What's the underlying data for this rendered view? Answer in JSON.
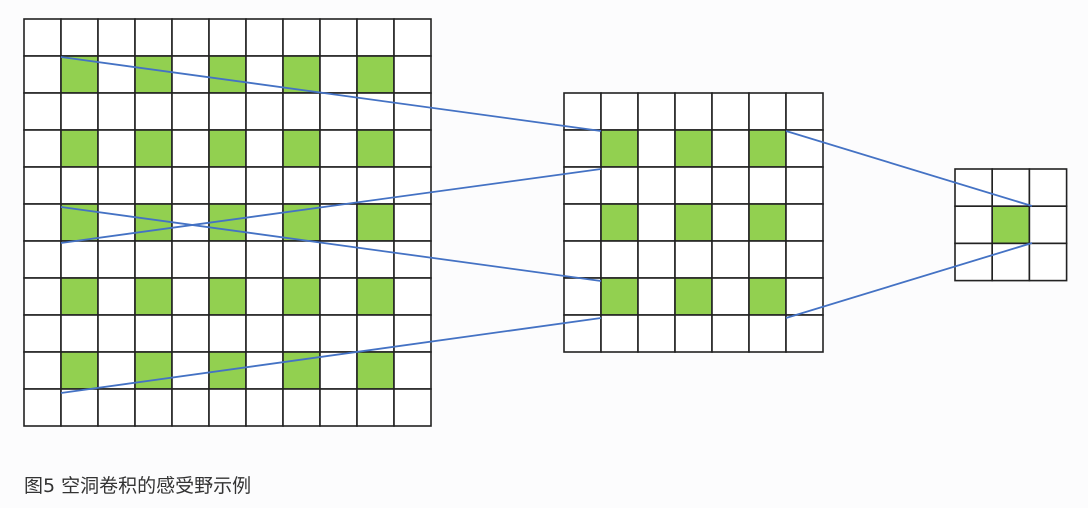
{
  "caption": "图5 空洞卷积的感受野示例",
  "colors": {
    "active_cell": "#92d050",
    "grid_line": "#222222",
    "connector": "#4472c4",
    "cell": "#ffffff"
  },
  "grids": [
    {
      "name": "input-grid",
      "size": 11,
      "active_rows": [
        1,
        3,
        5,
        7,
        9
      ],
      "active_cols": [
        1,
        3,
        5,
        7,
        9
      ]
    },
    {
      "name": "middle-grid",
      "size": 7,
      "active_rows": [
        1,
        3,
        5
      ],
      "active_cols": [
        1,
        3,
        5
      ]
    },
    {
      "name": "output-grid",
      "size": 3,
      "active_rows": [
        1
      ],
      "active_cols": [
        1
      ]
    }
  ]
}
